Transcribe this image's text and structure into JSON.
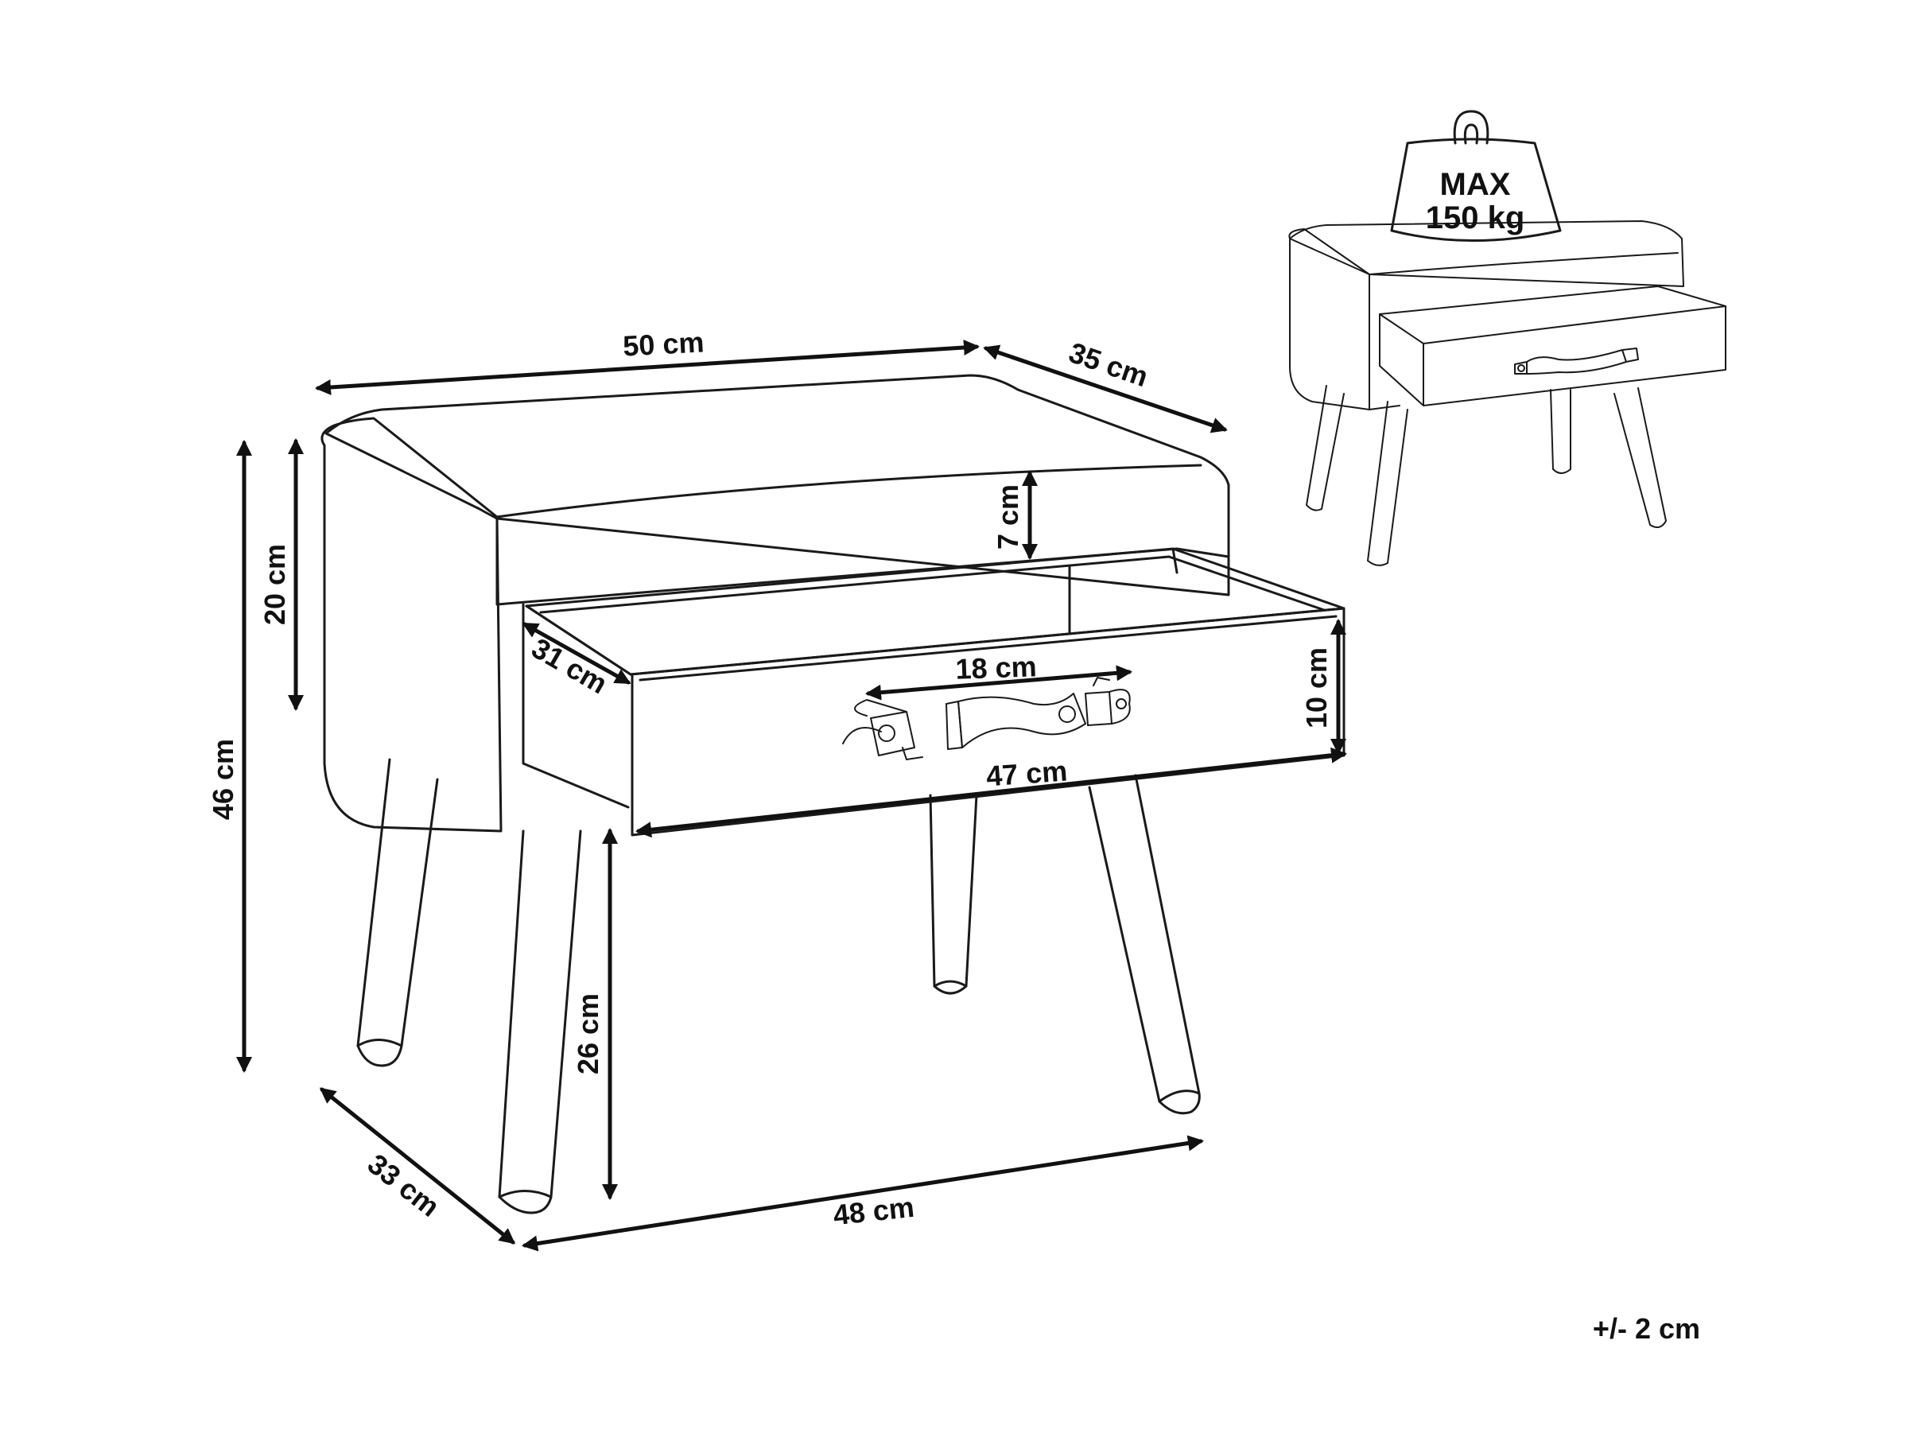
{
  "dimensions": {
    "width_top": "50 cm",
    "depth_top": "35 cm",
    "top_height": "20 cm",
    "total_height": "46 cm",
    "gap_height": "7 cm",
    "drawer_depth": "31 cm",
    "handle_width": "18 cm",
    "drawer_height": "10 cm",
    "drawer_width": "47 cm",
    "leg_height": "26 cm",
    "leg_depth": "33 cm",
    "leg_width": "48 cm"
  },
  "weight_badge": {
    "line1": "MAX",
    "line2": "150 kg"
  },
  "tolerance": "+/- 2 cm",
  "colors": {
    "line": "#1a1a1a",
    "background": "#ffffff"
  }
}
